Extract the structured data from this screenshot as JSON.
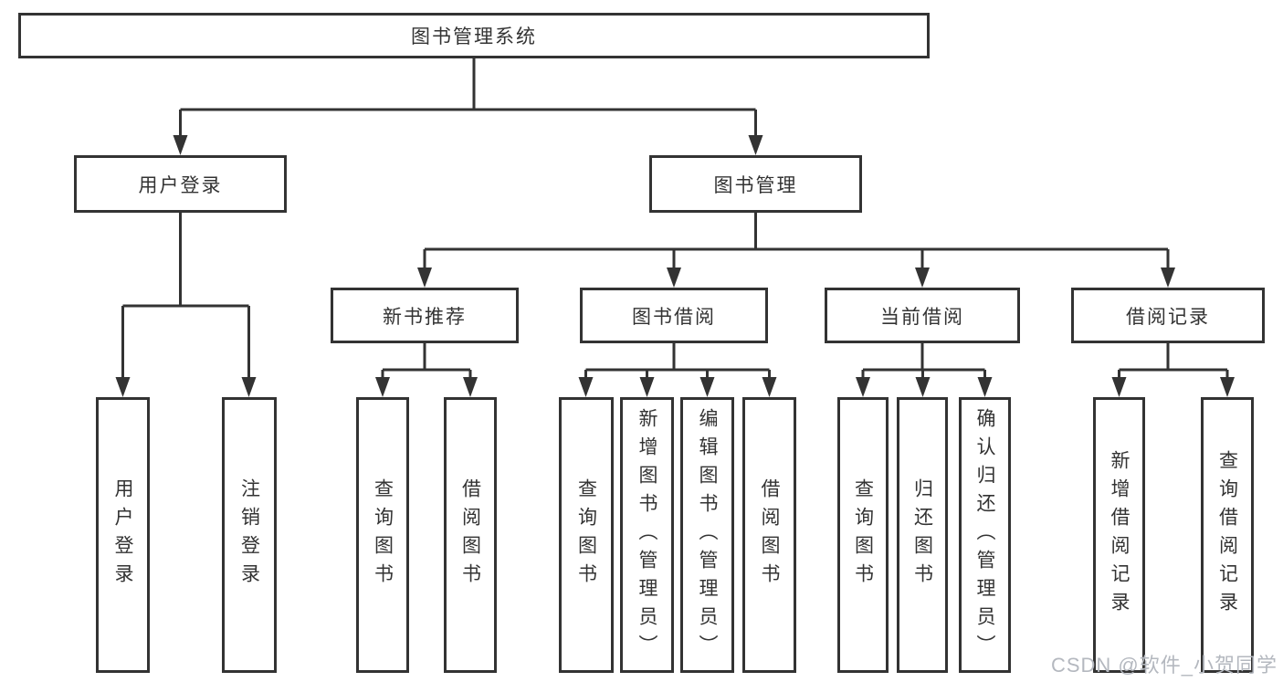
{
  "diagram": {
    "root": "图书管理系统",
    "branches": [
      {
        "label": "用户登录",
        "children": [
          {
            "label": "用户登录"
          },
          {
            "label": "注销登录"
          }
        ]
      },
      {
        "label": "图书管理",
        "children": [
          {
            "label": "新书推荐",
            "children": [
              {
                "label": "查询图书"
              },
              {
                "label": "借阅图书"
              }
            ]
          },
          {
            "label": "图书借阅",
            "children": [
              {
                "label": "查询图书"
              },
              {
                "label": "新增图书（管理员）"
              },
              {
                "label": "编辑图书（管理员）"
              },
              {
                "label": "借阅图书"
              }
            ]
          },
          {
            "label": "当前借阅",
            "children": [
              {
                "label": "查询图书"
              },
              {
                "label": "归还图书"
              },
              {
                "label": "确认归还（管理员）"
              }
            ]
          },
          {
            "label": "借阅记录",
            "children": [
              {
                "label": "新增借阅记录"
              },
              {
                "label": "查询借阅记录"
              }
            ]
          }
        ]
      }
    ]
  },
  "colors": {
    "line": "#333333",
    "text": "#333333",
    "watermark": "#b4b8bf",
    "background": "#ffffff"
  },
  "watermark": "CSDN @软件_小贺同学"
}
